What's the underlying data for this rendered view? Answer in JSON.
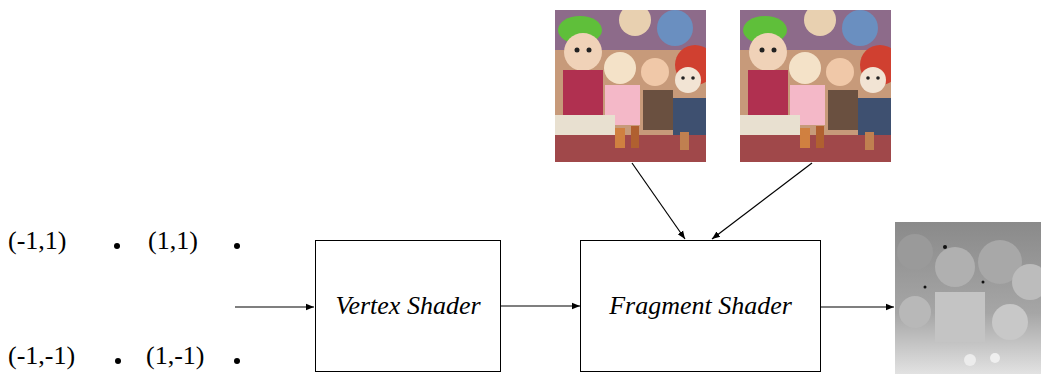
{
  "diagram": {
    "nodes": [
      {
        "text": [
          "Vertex Shader"
        ]
      },
      {
        "text": [
          "Fragment Shader"
        ]
      }
    ],
    "edges": [
      {
        "from": 0,
        "to": 1,
        "arrow": "to"
      }
    ],
    "labels": [
      "(-1,1)",
      "(1,1)",
      "(-1,-1)",
      "(1,-1)"
    ]
  }
}
